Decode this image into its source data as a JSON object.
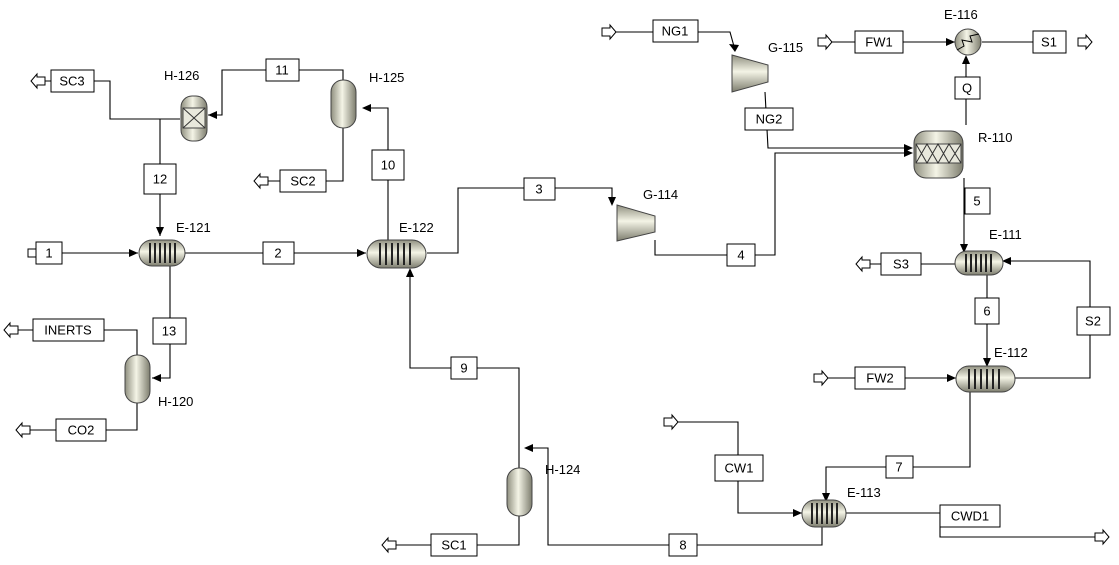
{
  "equipment": {
    "E-116": "E-116",
    "G-115": "G-115",
    "H-126": "H-126",
    "H-125": "H-125",
    "R-110": "R-110",
    "G-114": "G-114",
    "E-121": "E-121",
    "E-122": "E-122",
    "E-111": "E-111",
    "E-112": "E-112",
    "H-120": "H-120",
    "H-124": "H-124",
    "E-113": "E-113"
  },
  "streams": {
    "NG1": "NG1",
    "FW1": "FW1",
    "S1": "S1",
    "Q": "Q",
    "NG2": "NG2",
    "SC3": "SC3",
    "s11": "11",
    "SC2": "SC2",
    "s10": "10",
    "s12": "12",
    "s3": "3",
    "s1": "1",
    "s2": "2",
    "s4": "4",
    "s5": "5",
    "S3": "S3",
    "INERTS": "INERTS",
    "s13": "13",
    "s6": "6",
    "S2": "S2",
    "s9": "9",
    "FW2": "FW2",
    "CO2": "CO2",
    "CW1": "CW1",
    "s7": "7",
    "CWD1": "CWD1",
    "SC1": "SC1",
    "s8": "8"
  }
}
